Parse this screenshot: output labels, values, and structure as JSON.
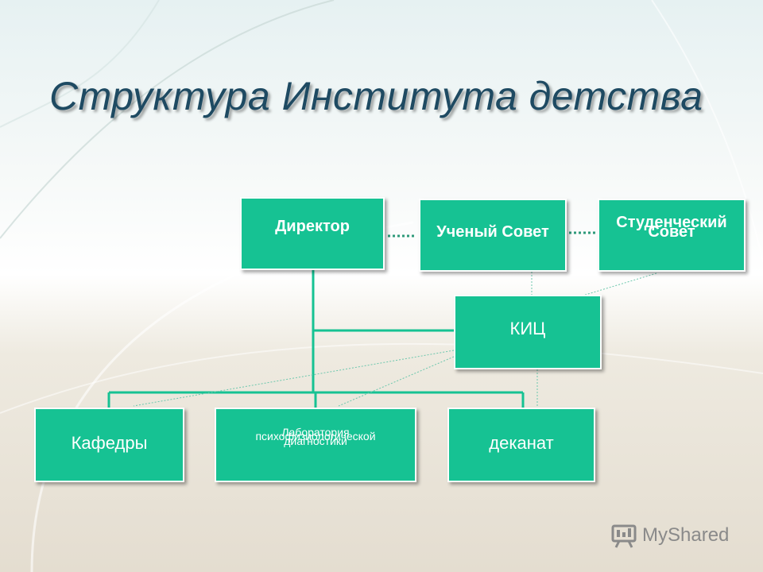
{
  "title": "Структура Института детства",
  "boxes": {
    "director": "Директор",
    "scientific_council": "Ученый Совет",
    "student_council_line1": "Студенческий",
    "student_council_line2": "Совет",
    "kic": "КИЦ",
    "kafedry": "Кафедры",
    "lab_line1": "Лаборатория",
    "lab_line2": "психофизиологической",
    "lab_line3": "диагностики",
    "dekanat": "деканат"
  },
  "watermark": {
    "text": "MyShared",
    "icon": "presentation-board-icon"
  },
  "colors": {
    "box_fill": "#16c293",
    "box_border": "#ffffff",
    "connector": "#16c293",
    "dotted_connector": "#2e9a7a",
    "title": "#1e4a62"
  }
}
